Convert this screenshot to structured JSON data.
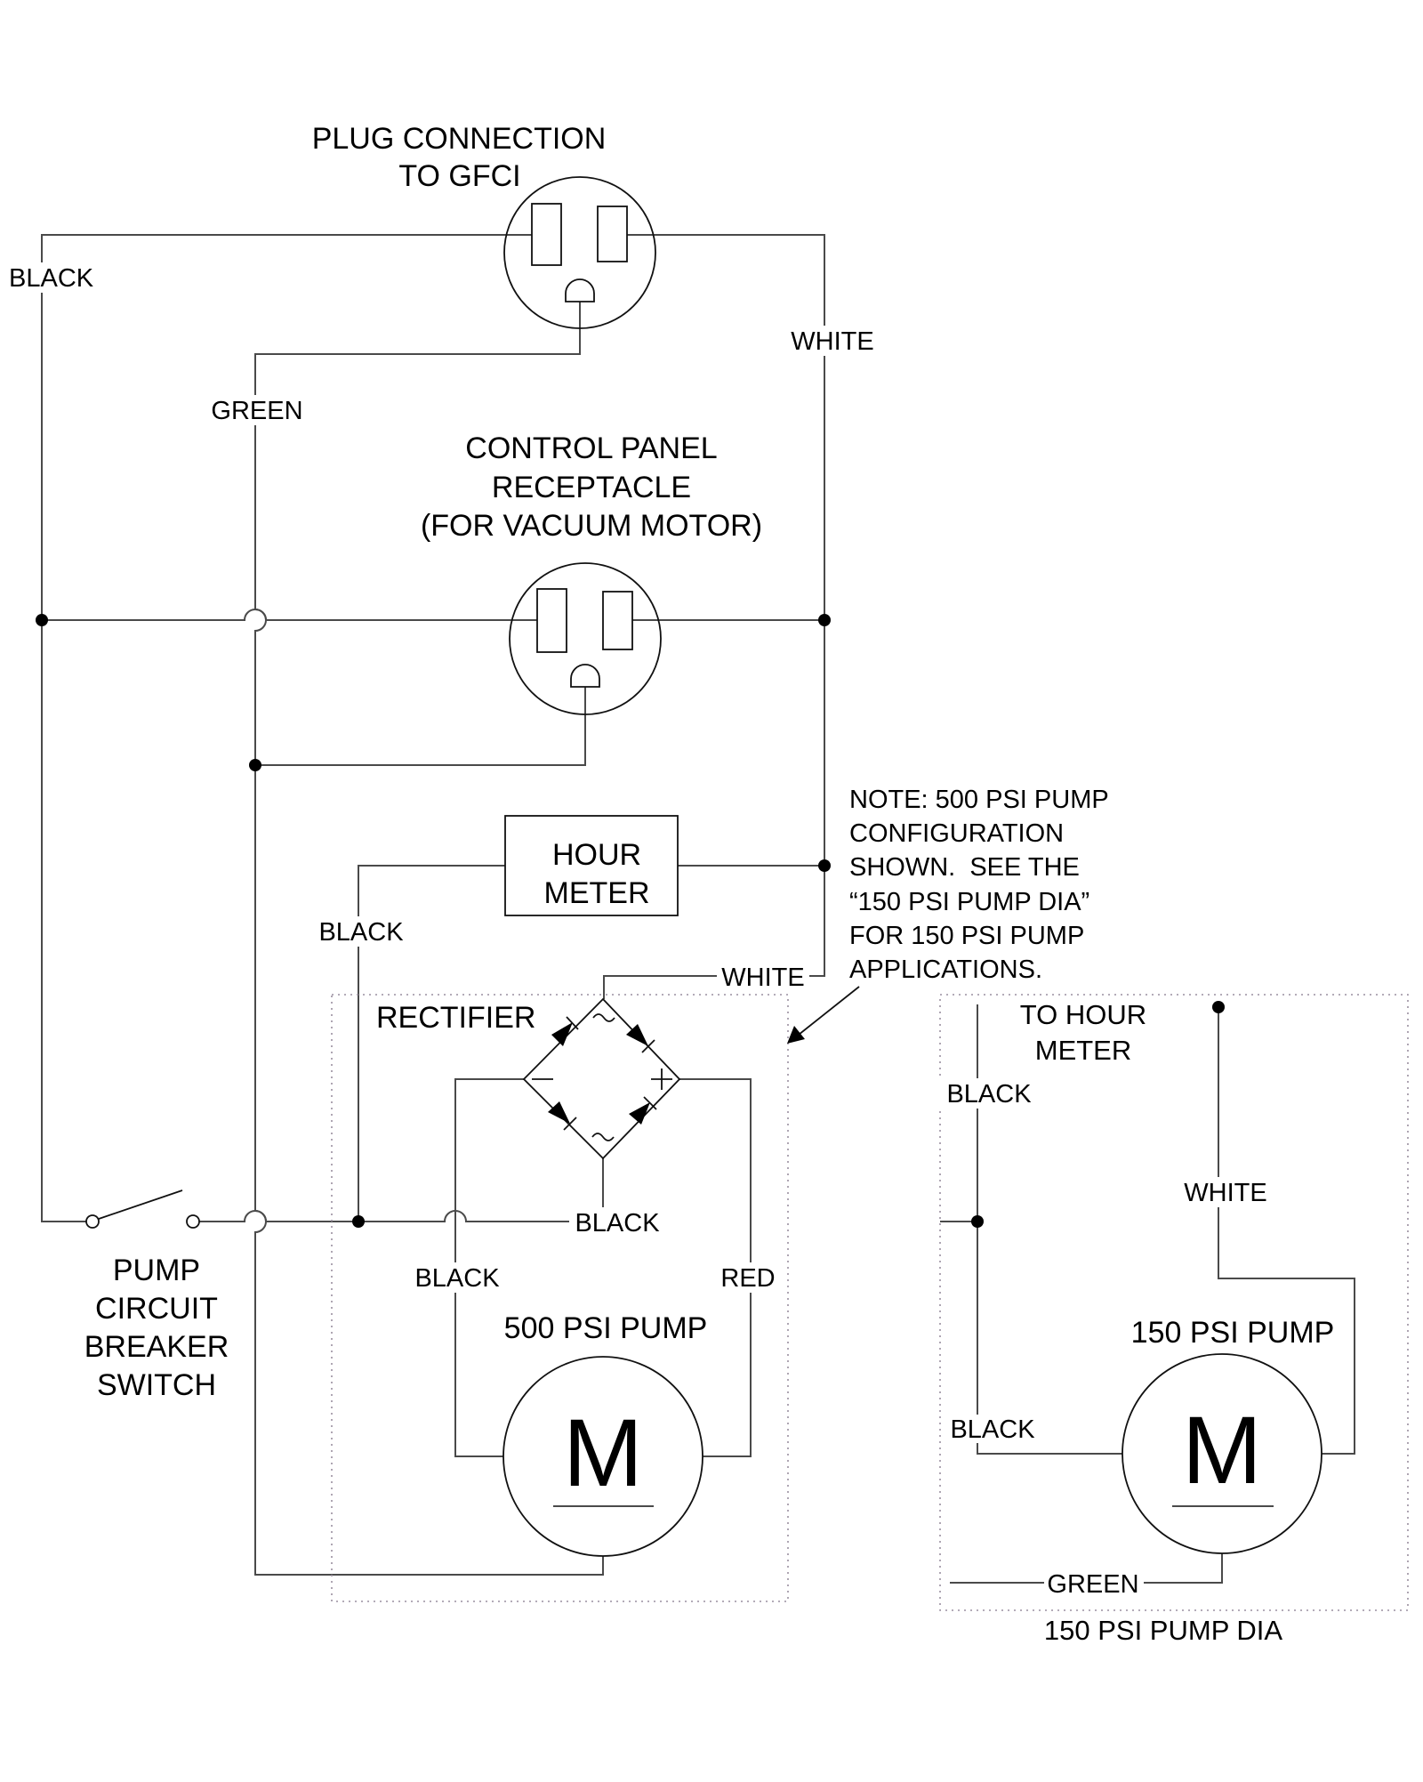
{
  "diagram": {
    "plug": {
      "title_line1": "PLUG CONNECTION",
      "title_line2": "TO GFCI"
    },
    "receptacle": {
      "title_line1": "CONTROL PANEL",
      "title_line2": "RECEPTACLE",
      "title_line3": "(FOR VACUUM MOTOR)"
    },
    "hour_meter": {
      "line1": "HOUR",
      "line2": "METER"
    },
    "rectifier": {
      "label": "RECTIFIER",
      "minus": "−",
      "plus": "+",
      "ac_symbol": "~"
    },
    "switch": {
      "line1": "PUMP",
      "line2": "CIRCUIT",
      "line3": "BREAKER",
      "line4": "SWITCH"
    },
    "pump_500": {
      "label": "500 PSI PUMP",
      "motor_symbol": "M"
    },
    "pump_150": {
      "label": "150 PSI PUMP",
      "motor_symbol": "M",
      "caption": "150 PSI PUMP DIA",
      "to_hour_meter_line1": "TO HOUR",
      "to_hour_meter_line2": "METER"
    },
    "note": {
      "lines": [
        "NOTE: 500 PSI PUMP",
        "CONFIGURATION",
        "SHOWN.  SEE THE",
        "“150 PSI PUMP DIA”",
        "FOR 150 PSI PUMP",
        "APPLICATIONS."
      ]
    },
    "wire_labels": {
      "black_main": "BLACK",
      "white_main": "WHITE",
      "green_main": "GREEN",
      "black_hour_meter": "BLACK",
      "white_rectifier": "WHITE",
      "black_rectifier_out": "BLACK",
      "black_motor": "BLACK",
      "red_motor": "RED",
      "black_150_top": "BLACK",
      "white_150": "WHITE",
      "black_150_motor": "BLACK",
      "green_150": "GREEN"
    }
  }
}
